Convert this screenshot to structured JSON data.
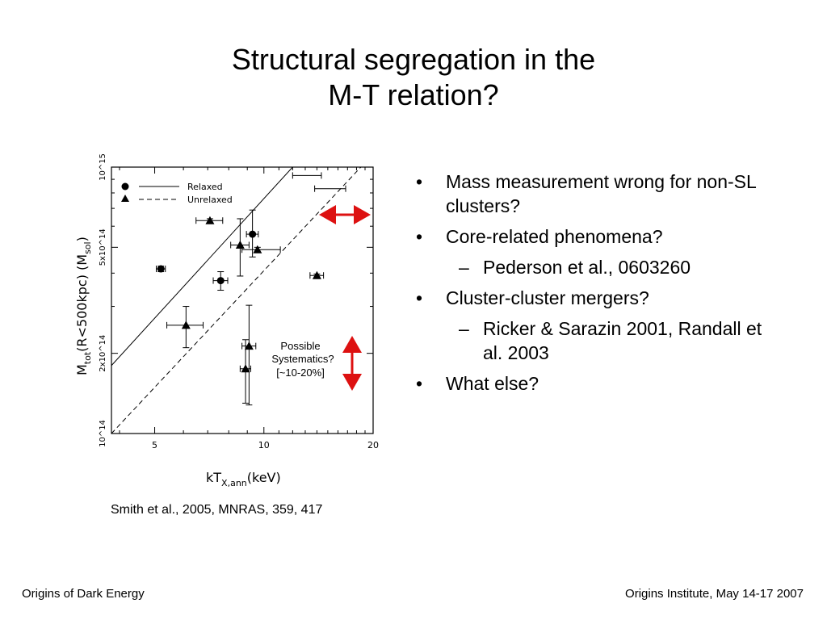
{
  "slide": {
    "title_line1": "Structural segregation in the",
    "title_line2": "M-T relation?",
    "citation": "Smith et al., 2005, MNRAS, 359, 417",
    "footer_left": "Origins of Dark Energy",
    "footer_right": "Origins Institute, May 14-17 2007"
  },
  "bullets": [
    {
      "level": 1,
      "marker": "•",
      "text": "Mass measurement wrong for non-SL clusters?"
    },
    {
      "level": 1,
      "marker": "•",
      "text": "Core-related phenomena?"
    },
    {
      "level": 2,
      "marker": "–",
      "text": "Pederson et al., 0603260"
    },
    {
      "level": 1,
      "marker": "•",
      "text": "Cluster-cluster mergers?"
    },
    {
      "level": 2,
      "marker": "–",
      "text": "Ricker & Sarazin 2001, Randall et al. 2003"
    },
    {
      "level": 1,
      "marker": "•",
      "text": "What else?"
    }
  ],
  "chart_data": {
    "type": "scatter",
    "x_scale": "log",
    "y_scale": "log",
    "xlim": [
      3.8,
      20
    ],
    "ylim": [
      100000000000000.0,
      1000000000000000.0
    ],
    "xlabel": "kT_X,ann(keV)",
    "ylabel": "M_tot(R<500kpc) (M_sol)",
    "x_ticks": [
      5,
      10,
      20
    ],
    "x_tick_labels": [
      "5",
      "10",
      "20"
    ],
    "y_ticks": [
      100000000000000.0,
      200000000000000.0,
      500000000000000.0,
      1000000000000000.0
    ],
    "y_tick_labels": [
      "10^14",
      "2x10^14",
      "5x10^14",
      "10^15"
    ],
    "legend": [
      {
        "label": "Relaxed",
        "marker": "circle",
        "line": "solid"
      },
      {
        "label": "Unrelaxed",
        "marker": "triangle",
        "line": "dashed"
      }
    ],
    "legend_position": "top-left",
    "series": [
      {
        "name": "Relaxed",
        "marker": "circle",
        "points": [
          {
            "x": 5.2,
            "y": 415000000000000.0,
            "xerr": [
              0.15,
              0.15
            ],
            "yerr": [
              10000000000000.0,
              10000000000000.0
            ]
          },
          {
            "x": 7.6,
            "y": 375000000000000.0,
            "xerr": [
              0.35,
              0.35
            ],
            "yerr": [
              30000000000000.0,
              30000000000000.0
            ]
          },
          {
            "x": 9.3,
            "y": 560000000000000.0,
            "xerr": [
              0.35,
              0.35
            ],
            "yerr": [
              100000000000000.0,
              130000000000000.0
            ]
          }
        ]
      },
      {
        "name": "Unrelaxed",
        "marker": "triangle",
        "points": [
          {
            "x": 7.1,
            "y": 630000000000000.0,
            "xerr": [
              0.6,
              0.6
            ],
            "yerr": [
              10000000000000.0,
              10000000000000.0
            ]
          },
          {
            "x": 8.6,
            "y": 510000000000000.0,
            "xerr": [
              0.5,
              0.5
            ],
            "yerr": [
              120000000000000.0,
              130000000000000.0
            ]
          },
          {
            "x": 9.6,
            "y": 490000000000000.0,
            "xerr": [
              0.9,
              1.5
            ],
            "yerr": [
              10000000000000.0,
              10000000000000.0
            ]
          },
          {
            "x": 6.1,
            "y": 255000000000000.0,
            "xerr": [
              0.7,
              0.7
            ],
            "yerr": [
              45000000000000.0,
              45000000000000.0
            ]
          },
          {
            "x": 9.1,
            "y": 213000000000000.0,
            "xerr": [
              0.4,
              0.4
            ],
            "yerr": [
              85000000000000.0,
              90000000000000.0
            ]
          },
          {
            "x": 8.9,
            "y": 175000000000000.0,
            "xerr": [
              0.3,
              0.3
            ],
            "yerr": [
              45000000000000.0,
              50000000000000.0
            ]
          },
          {
            "x": 14.0,
            "y": 392000000000000.0,
            "xerr": [
              0.6,
              0.6
            ],
            "yerr": [
              5000000000000.0,
              5000000000000.0
            ]
          },
          {
            "x": 13.2,
            "y": 930000000000000.0,
            "xerr": [
              1.2,
              1.2
            ],
            "yerr": [
              0,
              0
            ],
            "no_marker": true
          },
          {
            "x": 15.3,
            "y": 830000000000000.0,
            "xerr": [
              1.5,
              1.5
            ],
            "yerr": [
              0,
              0
            ],
            "no_marker": true
          }
        ]
      }
    ],
    "fit_lines": [
      {
        "name": "Relaxed",
        "style": "solid",
        "points": [
          [
            3.8,
            180000000000000.0
          ],
          [
            12.0,
            1000000000000000.0
          ]
        ]
      },
      {
        "name": "Unrelaxed",
        "style": "dashed",
        "points": [
          [
            3.8,
            100000000000000.0
          ],
          [
            18.5,
            1000000000000000.0
          ]
        ]
      }
    ],
    "annotation": {
      "lines": [
        "Possible",
        "Systematics?",
        "[~10-20%]"
      ],
      "arrow_color": "#dd1111"
    }
  }
}
